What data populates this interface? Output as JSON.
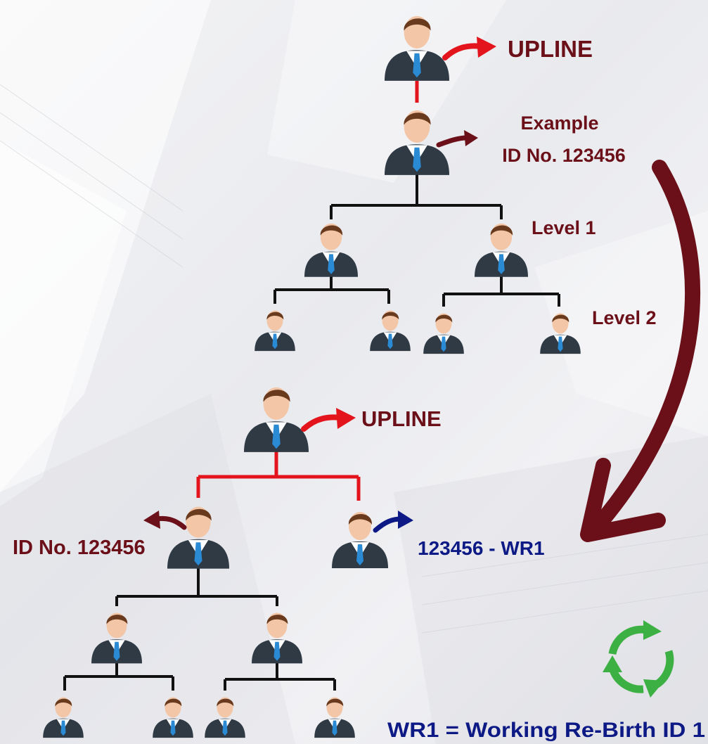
{
  "labels": {
    "upline_top": "UPLINE",
    "example": "Example",
    "id_top": "ID No. 123456",
    "level1": "Level 1",
    "level2": "Level 2",
    "upline_bottom": "UPLINE",
    "id_bottom": "ID No. 123456",
    "rebirth_id": "123456 - WR1",
    "legend": "WR1 = Working Re-Birth ID 1"
  },
  "colors": {
    "maroon": "#6b1019",
    "red": "#e3141b",
    "navy": "#0d1a86",
    "line_black": "#111111",
    "recycle_green": "#3cb043",
    "suit": "#2f3a45",
    "tie": "#2a8ad4",
    "skin": "#f2c6a6",
    "hair": "#6a3a1f"
  },
  "icons": {
    "person": "businessman-icon",
    "recycle": "recycle-icon",
    "big_arrow": "curved-down-arrow"
  }
}
